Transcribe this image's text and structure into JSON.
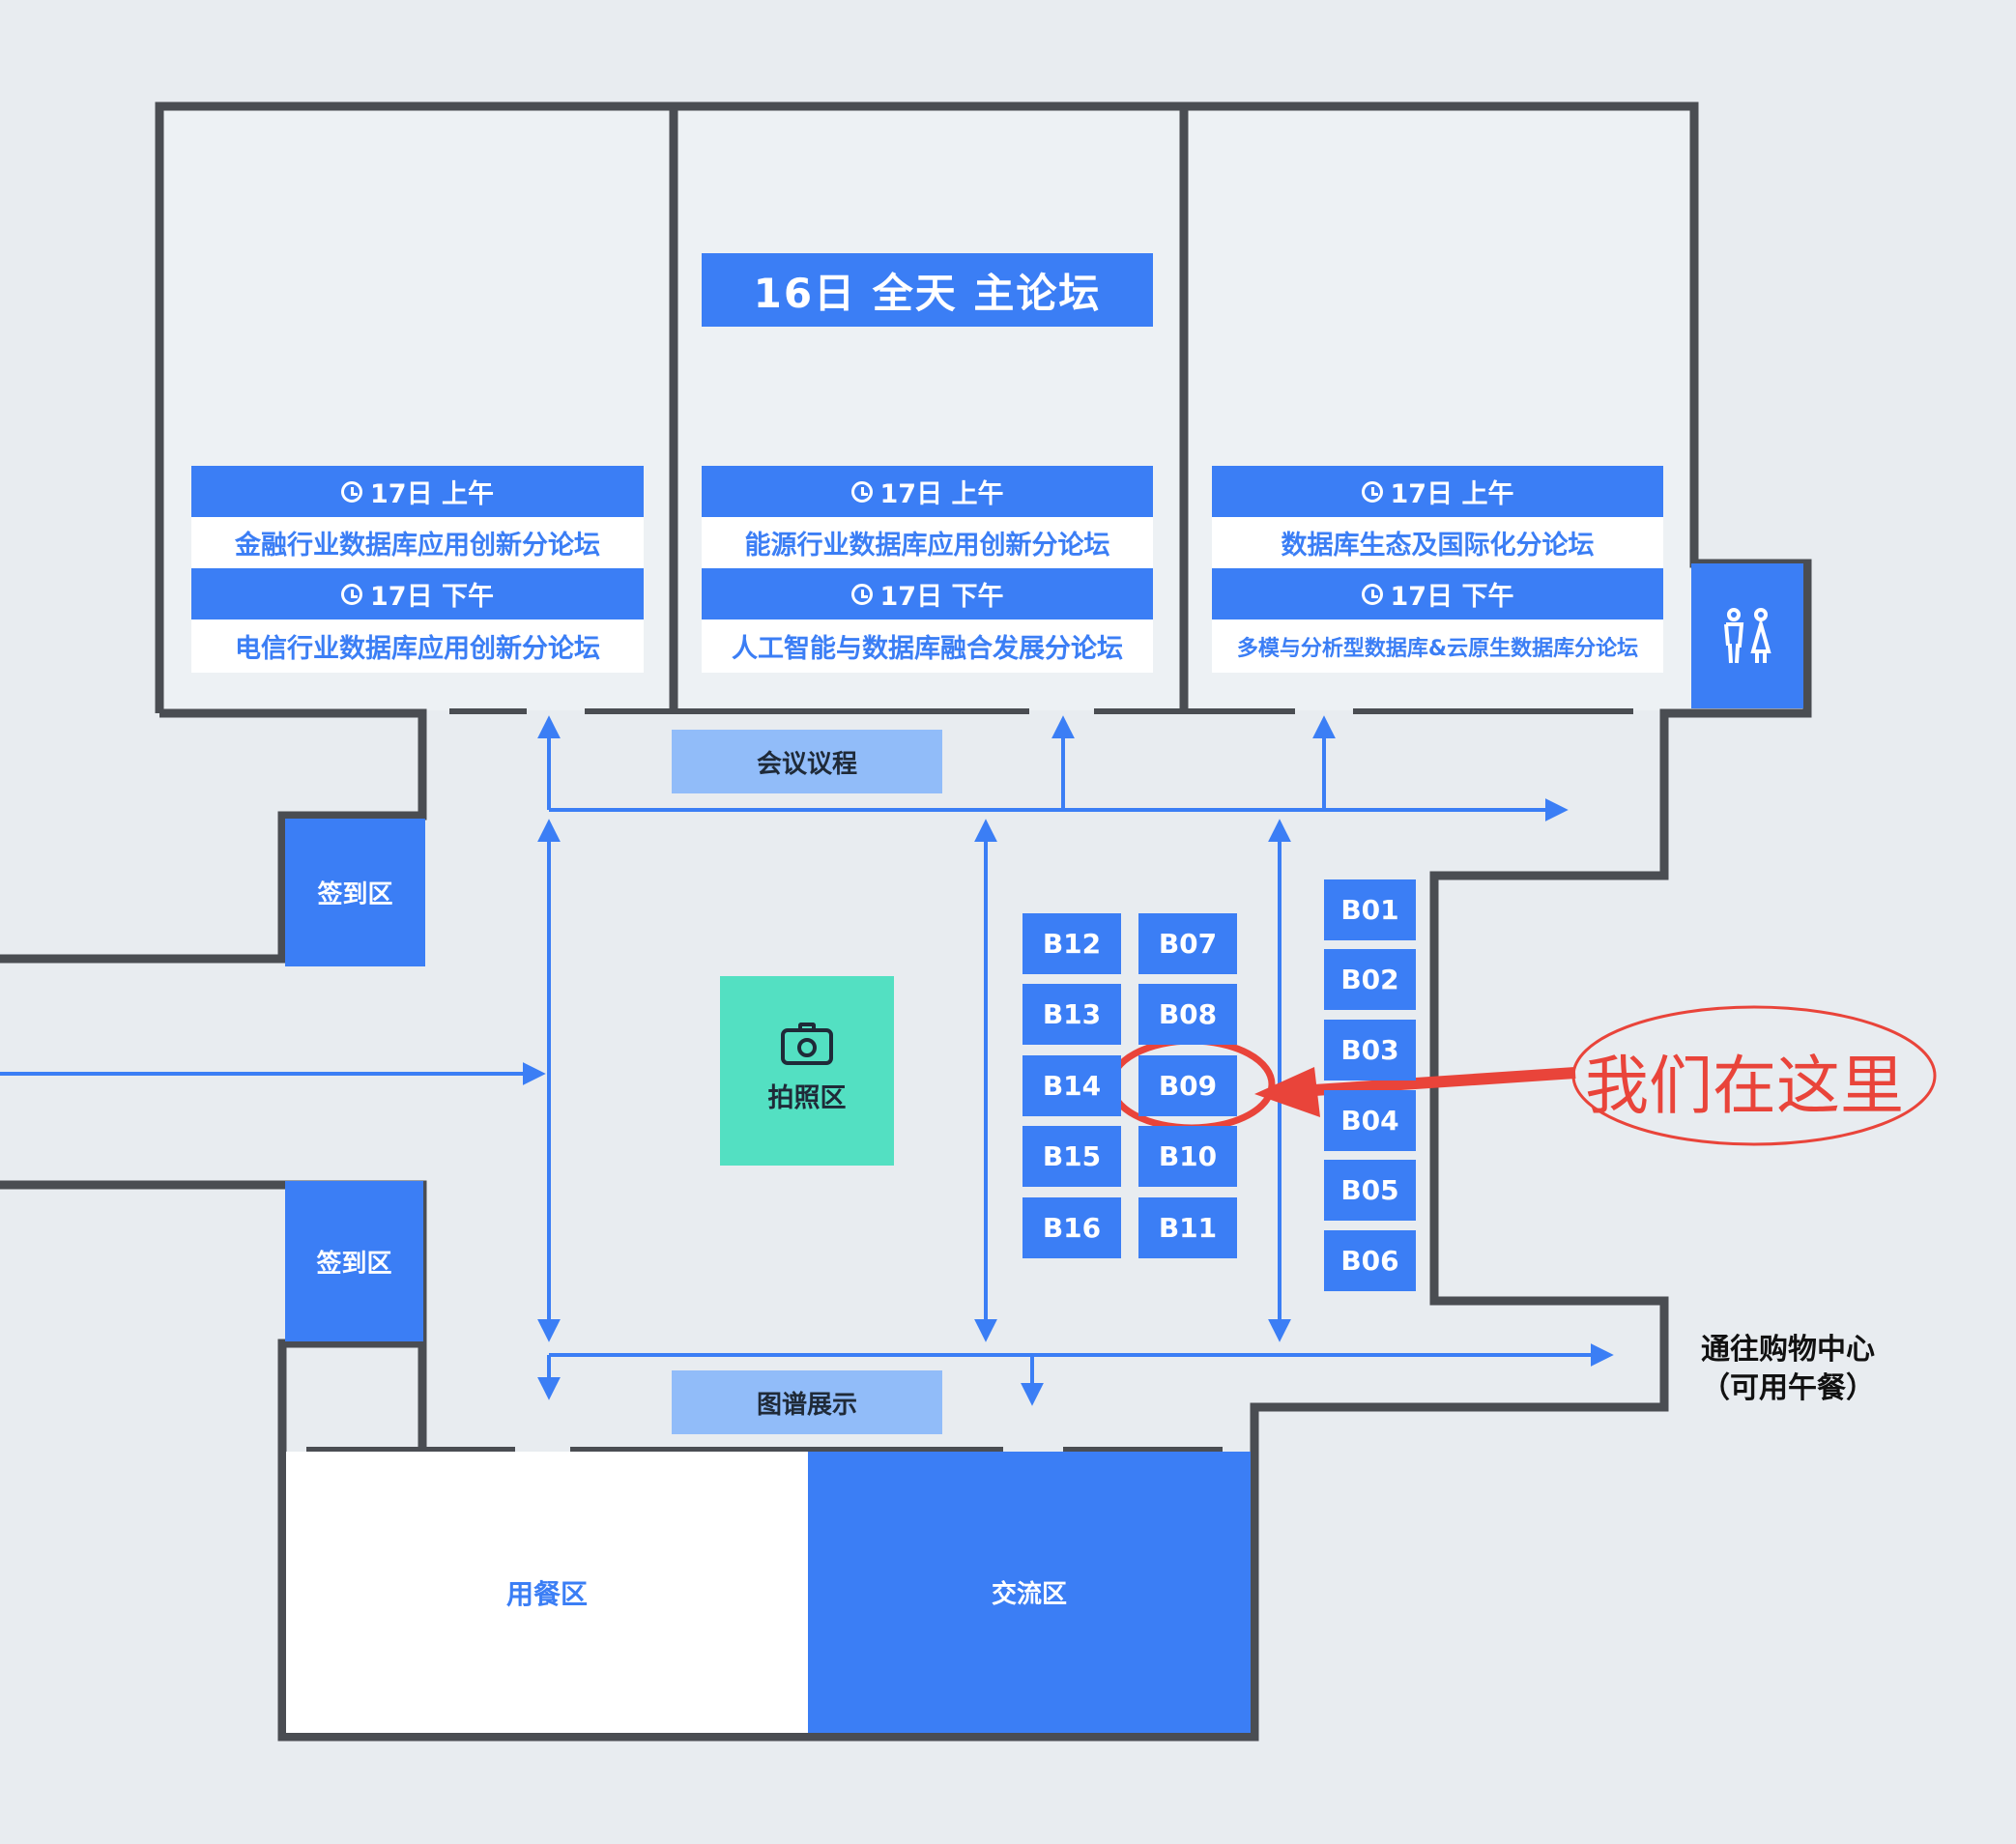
{
  "main_forum": "16日 全天   主论坛",
  "rooms": [
    {
      "am_time": "17日 上午",
      "am_forum": "金融行业数据库应用创新分论坛",
      "pm_time": "17日 下午",
      "pm_forum": "电信行业数据库应用创新分论坛"
    },
    {
      "am_time": "17日 上午",
      "am_forum": "能源行业数据库应用创新分论坛",
      "pm_time": "17日 下午",
      "pm_forum": "人工智能与数据库融合发展分论坛"
    },
    {
      "am_time": "17日 上午",
      "am_forum": "数据库生态及国际化分论坛",
      "pm_time": "17日 下午",
      "pm_forum": "多模与分析型数据库&云原生数据库分论坛"
    }
  ],
  "zones": {
    "agenda": "会议议程",
    "checkin_top": "签到区",
    "checkin_bottom": "签到区",
    "photo": "拍照区",
    "graph_display": "图谱展示",
    "dining": "用餐区",
    "exchange": "交流区",
    "exit_line1": "通往购物中心",
    "exit_line2": "（可用午餐）"
  },
  "booths": {
    "left_col": [
      "B12",
      "B13",
      "B14",
      "B15",
      "B16"
    ],
    "mid_col": [
      "B07",
      "B08",
      "B09",
      "B10",
      "B11"
    ],
    "right_col": [
      "B01",
      "B02",
      "B03",
      "B04",
      "B05",
      "B06"
    ]
  },
  "annotation": {
    "text": "我们在这里",
    "target_booth": "B09"
  },
  "icons": {
    "clock": "clock-icon",
    "camera": "camera-icon",
    "restroom": "restroom-icon"
  },
  "colors": {
    "background": "#e8ecf0",
    "wall": "#4a4d52",
    "accent_blue": "#3b7ef5",
    "light_blue": "#91bcf9",
    "photo_green": "#53e0c2",
    "annotation_red": "#e9443a"
  }
}
